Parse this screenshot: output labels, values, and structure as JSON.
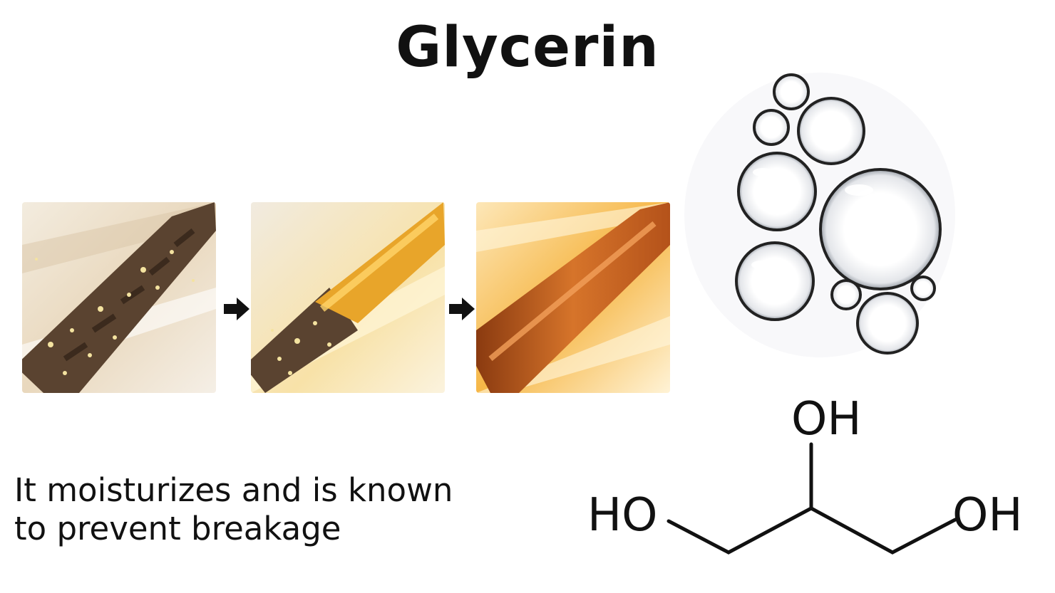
{
  "title": "Glycerin",
  "caption": {
    "line1": "It moisturizes and is known",
    "line2": "to prevent breakage"
  },
  "panels": [
    {
      "name": "damaged-hair",
      "hair_color": "#5a4330"
    },
    {
      "name": "coating-hair",
      "hair_color": "#5a4330",
      "coat_color": "#e8a52a"
    },
    {
      "name": "healthy-hair",
      "hair_color": "#c4621c"
    }
  ],
  "arrow_icon": "right-arrow-icon",
  "molecule": {
    "top_group": "OH",
    "left_group": "HO",
    "right_group": "OH"
  },
  "colors": {
    "text": "#111111",
    "background": "#ffffff"
  }
}
